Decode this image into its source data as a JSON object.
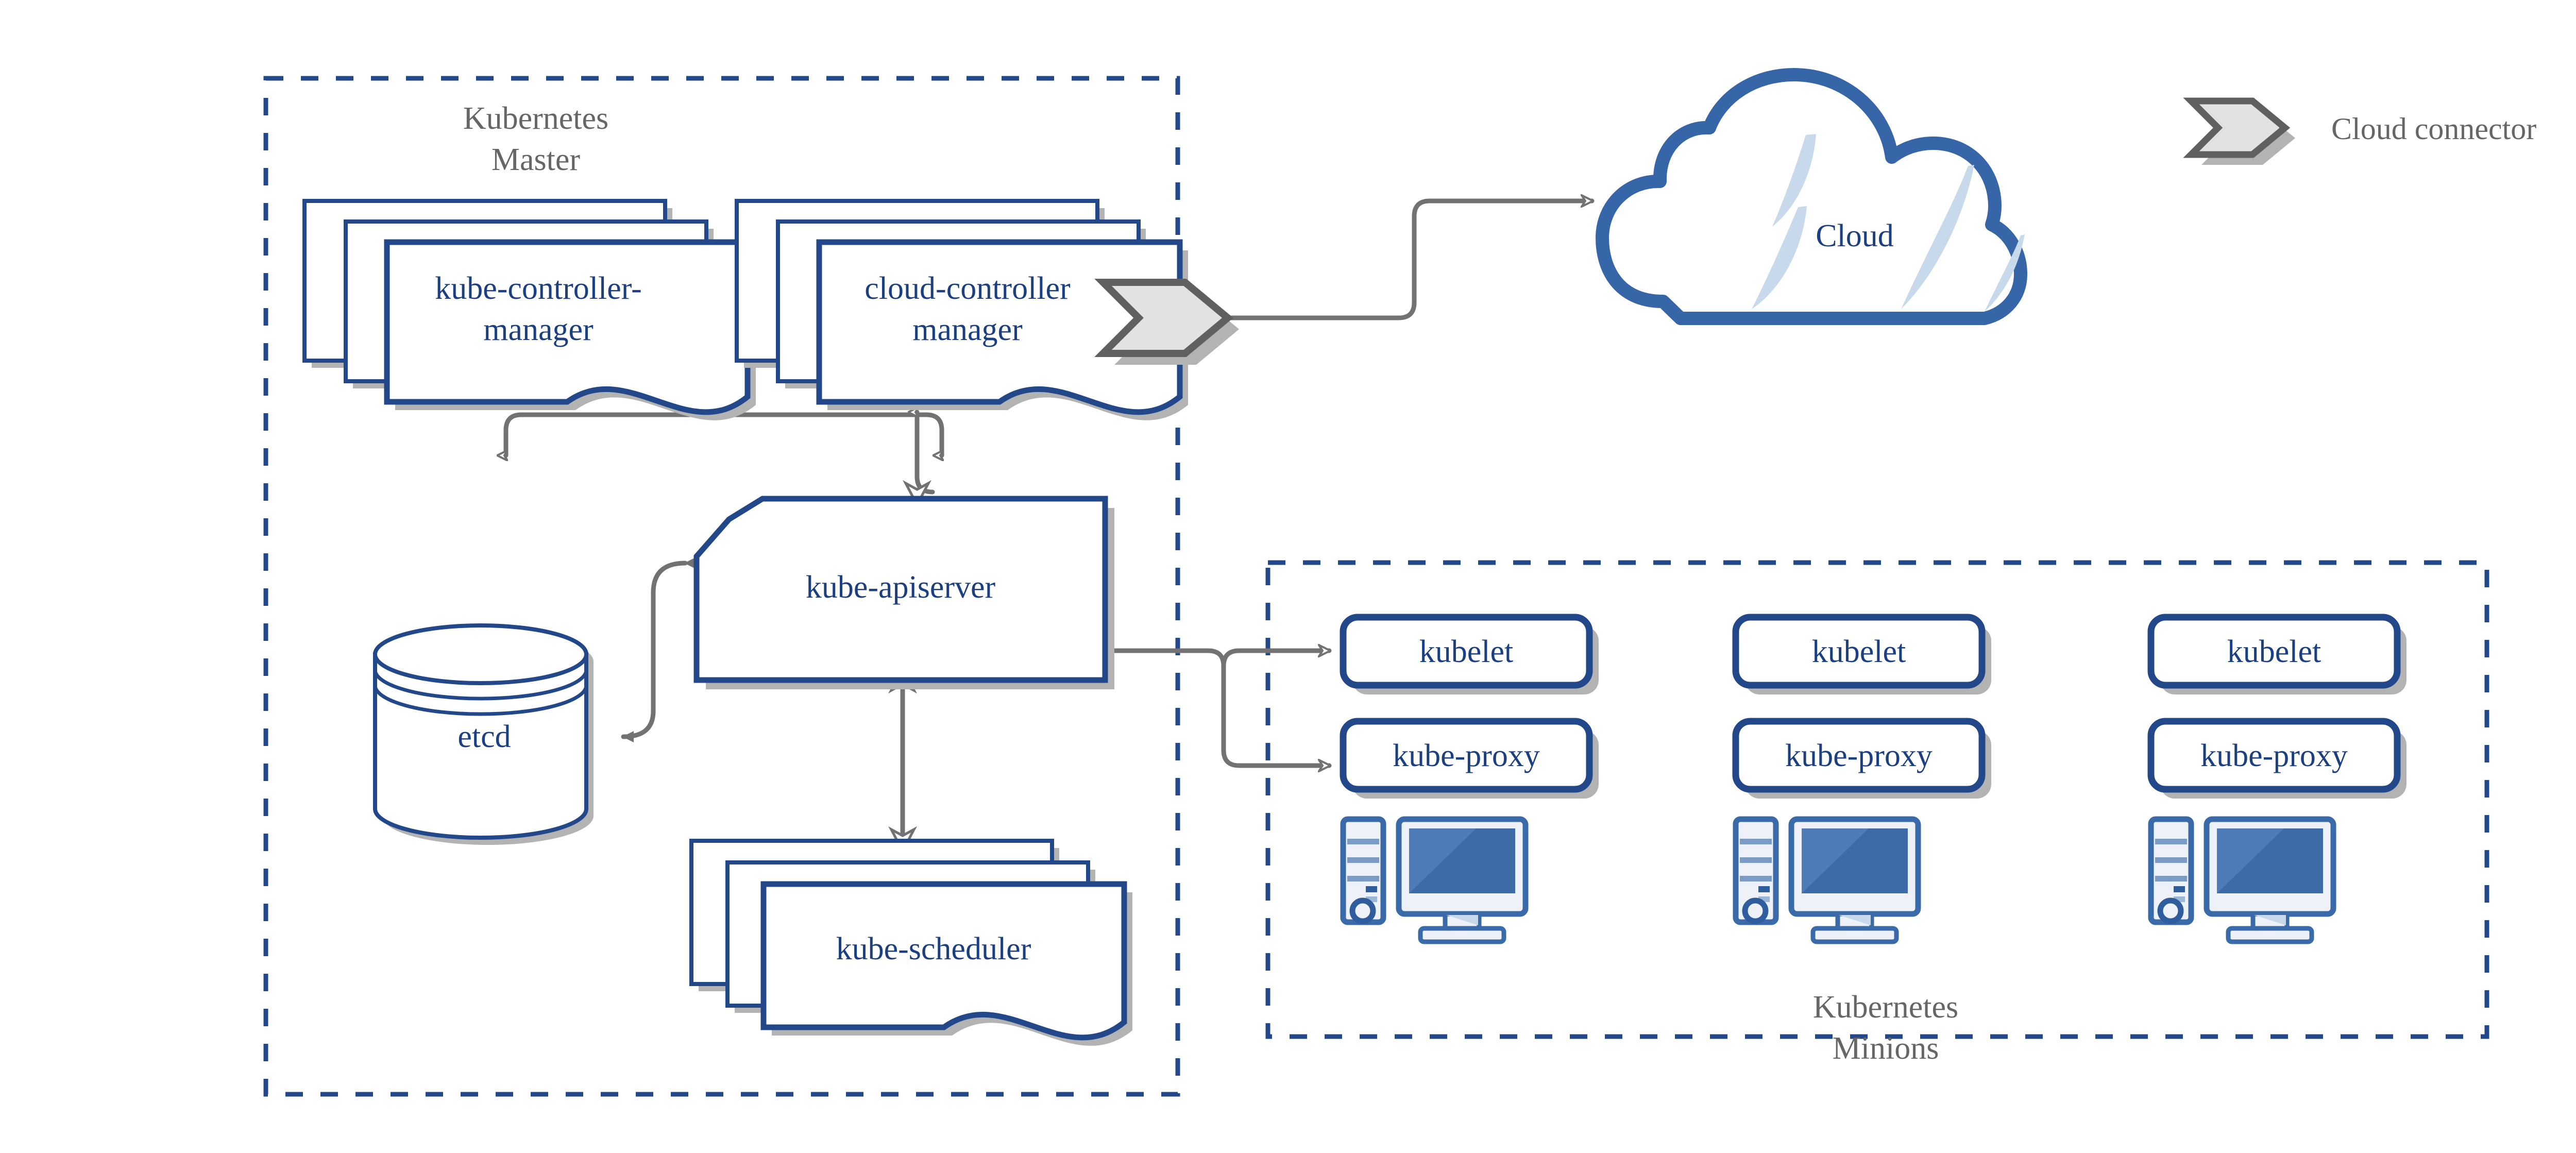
{
  "diagram": {
    "title": "Kubernetes architecture diagram",
    "colors": {
      "blue_stroke": "#22488a",
      "blue_text": "#1b3f80",
      "gray_text": "#666666",
      "gray_arrow": "#727272",
      "shadow": "#b3b3b3",
      "connector_fill": "#e2e2e2",
      "connector_stroke": "#606060",
      "cloud_sliver": "#c9d9ec",
      "screen_blue": "#3d6ba8",
      "screen_blue_light": "#4e7cb8",
      "tower_face": "#eef2f8",
      "tower_stripe": "#7c9bc4",
      "background": "#ffffff"
    },
    "groups": [
      {
        "id": "master",
        "label_line1": "Kubernetes",
        "label_line2": "Master",
        "style": "dashed-blue"
      },
      {
        "id": "minions",
        "label_line1": "Kubernetes",
        "label_line2": "Minions",
        "style": "dashed-blue"
      }
    ],
    "master_nodes": [
      {
        "id": "kube-controller-manager",
        "label_line1": "kube-controller-",
        "label_line2": "manager",
        "shape": "stacked-document"
      },
      {
        "id": "cloud-controller-manager",
        "label_line1": "cloud-controller",
        "label_line2": "manager",
        "shape": "stacked-document"
      },
      {
        "id": "kube-apiserver",
        "label_line1": "kube-apiserver",
        "label_line2": "",
        "shape": "cut-corner-box"
      },
      {
        "id": "etcd",
        "label_line1": "etcd",
        "label_line2": "",
        "shape": "cylinder"
      },
      {
        "id": "kube-scheduler",
        "label_line1": "kube-scheduler",
        "label_line2": "",
        "shape": "stacked-document"
      }
    ],
    "cloud": {
      "label": "Cloud",
      "shape": "cloud"
    },
    "minion_nodes": [
      {
        "id": "minion-1",
        "kubelet_label": "kubelet",
        "proxy_label": "kube-proxy",
        "icon": "computer-icon"
      },
      {
        "id": "minion-2",
        "kubelet_label": "kubelet",
        "proxy_label": "kube-proxy",
        "icon": "computer-icon"
      },
      {
        "id": "minion-3",
        "kubelet_label": "kubelet",
        "proxy_label": "kube-proxy",
        "icon": "computer-icon"
      }
    ],
    "legend": [
      {
        "id": "cloud-connector",
        "label": "Cloud connector",
        "icon": "chevron-connector-icon"
      }
    ],
    "connectors": [
      {
        "from": "cloud-controller-manager",
        "to": "cloud",
        "arrow": "open-head"
      },
      {
        "from": "kube-apiserver",
        "to": "kube-controller-manager",
        "arrow": "open-head"
      },
      {
        "from": "kube-apiserver",
        "to": "cloud-controller-manager",
        "arrow": "open-head"
      },
      {
        "from": "kube-apiserver",
        "to": "etcd",
        "arrow": "solid-head"
      },
      {
        "from": "etcd",
        "to": "kube-apiserver",
        "arrow": "solid-head"
      },
      {
        "from": "kube-apiserver",
        "to": "kube-scheduler",
        "arrow": "open-head-both"
      },
      {
        "from": "minion-1",
        "to": "kube-apiserver",
        "arrow": "solid-head"
      },
      {
        "from": "kube-apiserver",
        "to": "minion-1-kubelet",
        "arrow": "open-head"
      },
      {
        "from": "kube-apiserver",
        "to": "minion-1-kube-proxy",
        "arrow": "open-head"
      }
    ]
  }
}
